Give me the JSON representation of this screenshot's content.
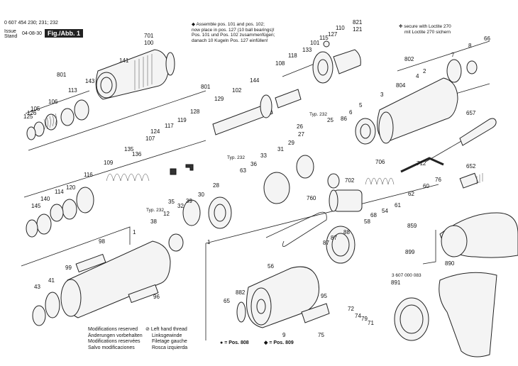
{
  "header": {
    "doc_number": "0 607 454 230; 231; 232",
    "issue_label": "Issue",
    "stand_label": "Stand",
    "date": "04-08-30",
    "figure": "Fig./Abb. 1"
  },
  "notes": {
    "assemble": [
      "Assemble pos. 101 and pos. 102;",
      "now place in pos. 127 (10 ball bearings)!",
      "Pos. 101 und Pos. 102 zusammenfügen;",
      "danach 10 Kugeln Pos. 127 einfüllen!"
    ],
    "loctite": [
      "secure with Loctite 270",
      "mit Loctite 270 sichern"
    ]
  },
  "footer": {
    "modifications": [
      "Modifications reserved",
      "Änderungen vorbehalten",
      "Modifications reservées",
      "Salvo modificaciones"
    ],
    "left_hand": [
      "Left hand thread",
      "Linksgewinde",
      "Filetage gauche",
      "Rosca izquierda"
    ],
    "pos808": "= Pos. 808",
    "pos809": "= Pos. 809"
  },
  "type_label": "Typ",
  "type_values": ". 232",
  "part_number_891": "3 607 000 083",
  "callouts": [
    "701",
    "100",
    "141",
    "801",
    "106",
    "113",
    "143",
    "125",
    "126",
    "105",
    "129",
    "102",
    "144",
    "108",
    "118",
    "133",
    "101",
    "115",
    "110",
    "127",
    "821",
    "121",
    "802",
    "7",
    "8",
    "66",
    "2",
    "3",
    "804",
    "4",
    "5",
    "6",
    "657",
    "26",
    "25",
    "86",
    "801",
    "128",
    "119",
    "117",
    "124",
    "107",
    "135",
    "136",
    "109",
    "116",
    "120",
    "114",
    "140",
    "145",
    "63",
    "33",
    "36",
    "31",
    "29",
    "27",
    "706",
    "712",
    "652",
    "760",
    "702",
    "76",
    "60",
    "62",
    "61",
    "54",
    "68",
    "58",
    "88",
    "87",
    "87",
    "30",
    "28",
    "39",
    "32",
    "35",
    "12",
    "38",
    "1",
    "98",
    "99",
    "41",
    "43",
    "96",
    "1",
    "56",
    "882",
    "65",
    "9",
    "95",
    "72",
    "74",
    "79",
    "71",
    "75",
    "859",
    "899",
    "890",
    "891"
  ]
}
